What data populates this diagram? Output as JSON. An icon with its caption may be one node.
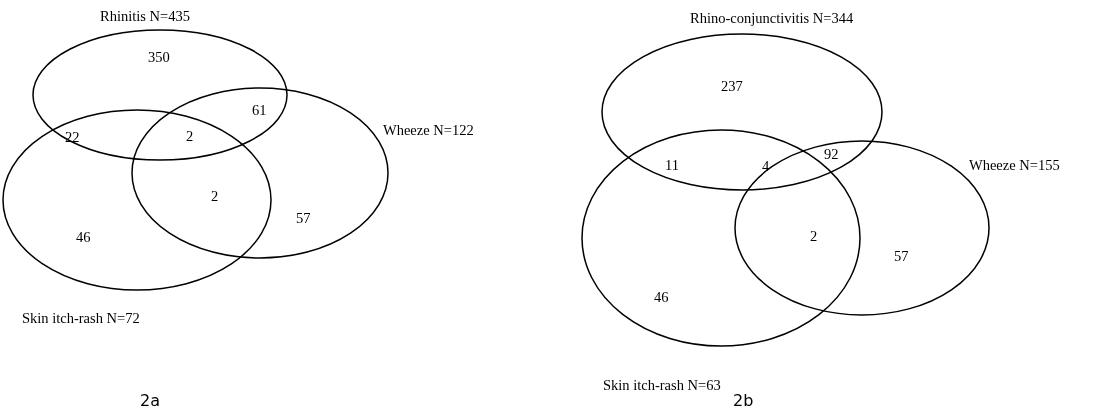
{
  "diagram": {
    "nodes": [
      {
        "text": [
          "Rhinitis N=435"
        ]
      },
      {
        "text": [
          "Wheeze N=122"
        ]
      },
      {
        "text": [
          "Skin itch-rash N=72"
        ]
      },
      {
        "text": [
          "Rhino-conjunctivitis  N=344"
        ]
      },
      {
        "text": [
          "Wheeze N=155"
        ]
      },
      {
        "text": [
          "Skin itch-rash N=63"
        ]
      }
    ],
    "edges": [],
    "labels": [
      "350",
      "61",
      "22",
      "2",
      "2",
      "57",
      "46",
      "2a",
      "237",
      "92",
      "11",
      "4",
      "2",
      "57",
      "46",
      "2b"
    ]
  }
}
